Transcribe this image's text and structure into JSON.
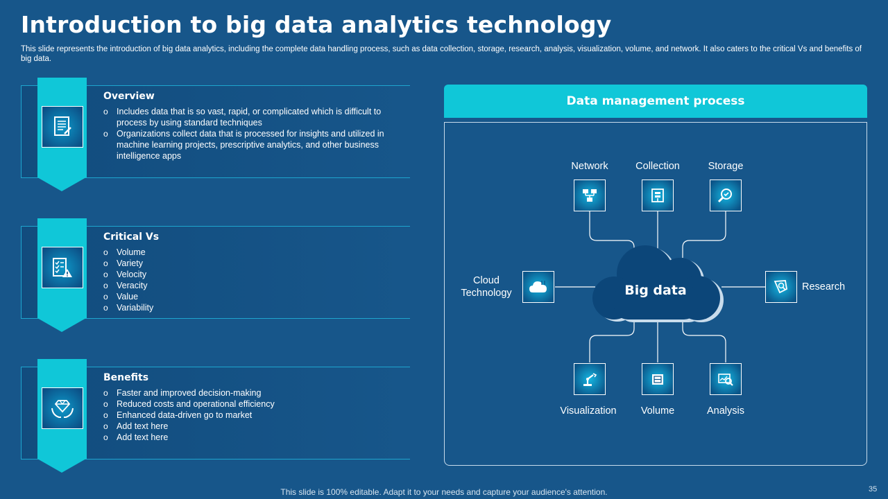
{
  "title": "Introduction to big data analytics technology",
  "subtitle": "This slide represents the introduction of big data analytics, including the complete data handling process, such as data collection, storage, research, analysis, visualization, volume, and network. It also caters to the critical Vs and benefits of big data.",
  "sections": [
    {
      "heading": "Overview",
      "icon": "document-icon",
      "items": [
        "Includes data that is so vast, rapid, or complicated which is difficult to process by using standard techniques",
        "Organizations collect data that is processed for insights and utilized in machine learning projects, prescriptive analytics, and other business intelligence apps"
      ]
    },
    {
      "heading": "Critical Vs",
      "icon": "checklist-warning-icon",
      "items": [
        "Volume",
        "Variety",
        "Velocity",
        "Veracity",
        "Value",
        "Variability"
      ]
    },
    {
      "heading": "Benefits",
      "icon": "diamond-hands-icon",
      "items": [
        "Faster and improved decision-making",
        "Reduced costs and operational efficiency",
        "Enhanced data-driven  go to market",
        "Add text here",
        "Add text here"
      ]
    }
  ],
  "diagram": {
    "header": "Data management process",
    "center": "Big data",
    "nodes": {
      "network": {
        "label": "Network",
        "icon": "network-icon"
      },
      "collection": {
        "label": "Collection",
        "icon": "collection-icon"
      },
      "storage": {
        "label": "Storage",
        "icon": "storage-search-icon"
      },
      "cloud": {
        "label_line1": "Cloud",
        "label_line2": "Technology",
        "icon": "cloud-icon"
      },
      "research": {
        "label": "Research",
        "icon": "research-icon"
      },
      "visualization": {
        "label": "Visualization",
        "icon": "robot-arm-icon"
      },
      "volume": {
        "label": "Volume",
        "icon": "volume-icon"
      },
      "analysis": {
        "label": "Analysis",
        "icon": "analysis-icon"
      }
    }
  },
  "footer": "This slide is 100% editable. Adapt it to your needs and capture your audience's attention.",
  "page_number": "35",
  "colors": {
    "background": "#17568a",
    "accent": "#10c7d8",
    "cloud": "#0c4679"
  }
}
